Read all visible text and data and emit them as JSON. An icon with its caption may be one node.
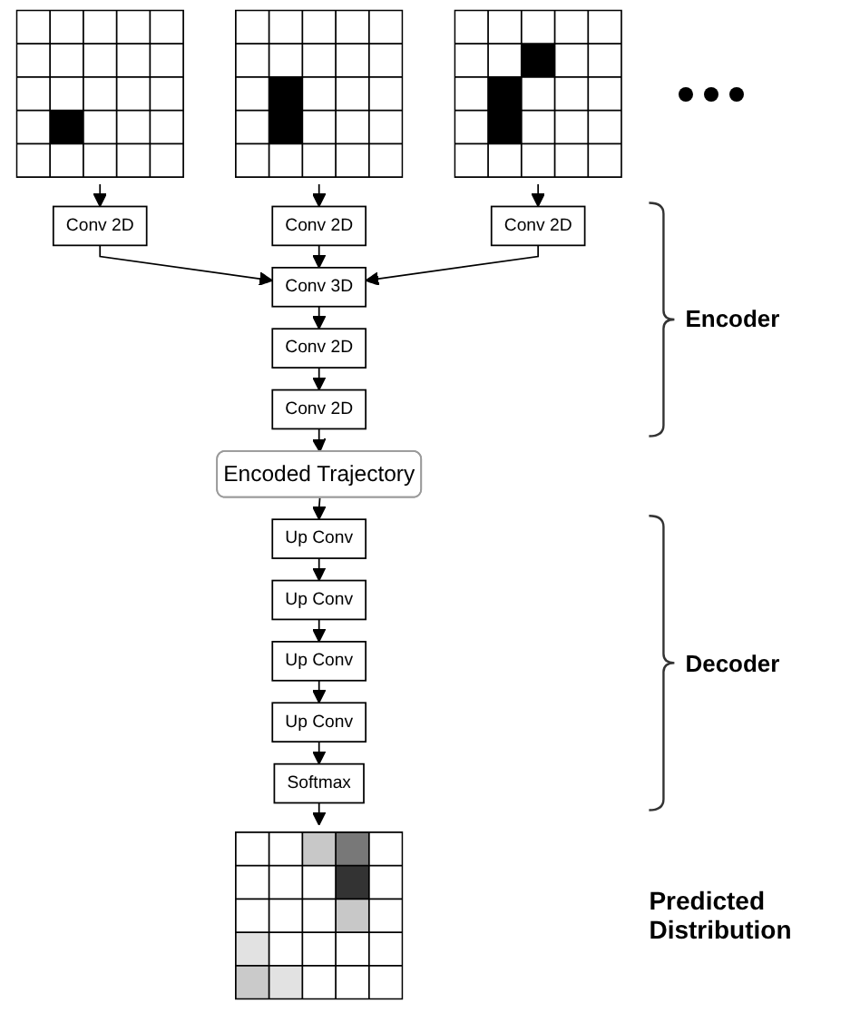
{
  "diagram": {
    "nodes": [
      {
        "text": [],
        "shape": "picture"
      },
      {
        "text": [],
        "shape": "picture"
      },
      {
        "text": [],
        "shape": "picture"
      },
      {
        "text": [
          "Conv 2D"
        ]
      },
      {
        "text": [
          "Conv 2D"
        ]
      },
      {
        "text": [
          "Conv 2D"
        ]
      },
      {
        "text": [
          "Conv 3D"
        ]
      },
      {
        "text": [
          "Conv 2D"
        ]
      },
      {
        "text": [
          "Conv 2D"
        ]
      },
      {
        "text": [
          "Encoded Trajectory"
        ]
      },
      {
        "text": [
          "Up Conv"
        ]
      },
      {
        "text": [
          "Up Conv"
        ]
      },
      {
        "text": [
          "Up Conv"
        ]
      },
      {
        "text": [
          "Up Conv"
        ]
      },
      {
        "text": [
          "Softmax"
        ]
      },
      {
        "text": [],
        "shape": "picture"
      }
    ],
    "edges": [
      {
        "from": 0,
        "to": 3,
        "arrow": "to"
      },
      {
        "from": 1,
        "to": 4,
        "arrow": "to"
      },
      {
        "from": 2,
        "to": 5,
        "arrow": "to"
      },
      {
        "from": 3,
        "to": 6,
        "arrow": "to"
      },
      {
        "from": 4,
        "to": 6,
        "arrow": "to"
      },
      {
        "from": 5,
        "to": 6,
        "arrow": "to"
      },
      {
        "from": 6,
        "to": 7,
        "arrow": "to"
      },
      {
        "from": 7,
        "to": 8,
        "arrow": "to"
      },
      {
        "from": 8,
        "to": 9,
        "arrow": "to"
      },
      {
        "from": 9,
        "to": 10,
        "arrow": "to"
      },
      {
        "from": 10,
        "to": 11,
        "arrow": "to"
      },
      {
        "from": 11,
        "to": 12,
        "arrow": "to"
      },
      {
        "from": 12,
        "to": 13,
        "arrow": "to"
      },
      {
        "from": 13,
        "to": 14,
        "arrow": "to"
      },
      {
        "from": 14,
        "to": 15,
        "arrow": "to"
      }
    ],
    "labels": [
      "Encoder",
      "Decoder",
      "Predicted Distribution"
    ]
  }
}
